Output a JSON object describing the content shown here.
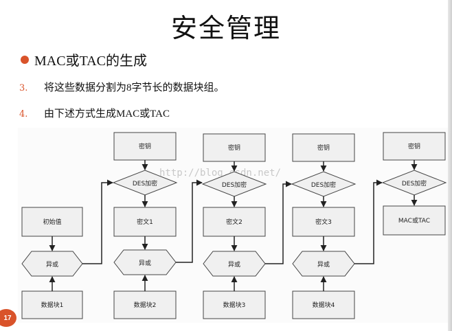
{
  "slide": {
    "title": "安全管理",
    "bullet": "MAC或TAC的生成",
    "items": [
      {
        "num": "3.",
        "text": "将这些数据分割为8字节长的数据块组。"
      },
      {
        "num": "4.",
        "text": "由下述方式生成MAC或TAC"
      }
    ],
    "page_number": "17"
  },
  "colors": {
    "accent": "#d9532a"
  },
  "diagram": {
    "watermark": "http://blog.csdn.net/",
    "key_labels": [
      "密钥",
      "密钥",
      "密钥",
      "密钥"
    ],
    "des_labels": [
      "DES加密",
      "DES加密",
      "DES加密",
      "DES加密"
    ],
    "cipher_labels": [
      "密文1",
      "密文2",
      "密文3"
    ],
    "mac_label": "MAC或TAC",
    "init_label": "初始值",
    "xor_labels": [
      "异或",
      "异或",
      "异或",
      "异或"
    ],
    "block_labels": [
      "数据块1",
      "数据块2",
      "数据块3",
      "数据块4"
    ]
  }
}
